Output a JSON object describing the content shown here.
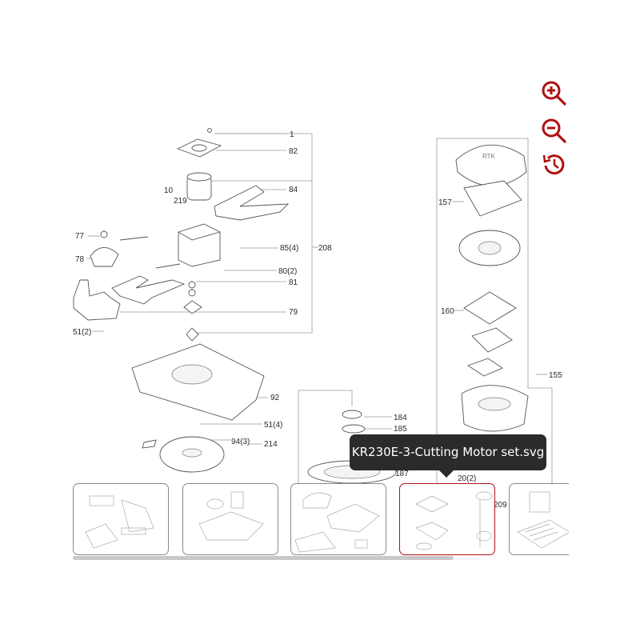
{
  "viewer": {
    "tooltip": "KR230E-3-Cutting Motor set.svg",
    "controls": [
      {
        "name": "zoom-in",
        "icon": "zoom-in-icon"
      },
      {
        "name": "zoom-out",
        "icon": "zoom-out-icon"
      },
      {
        "name": "reset",
        "icon": "history-icon"
      }
    ],
    "accent_color": "#b01010",
    "selected_thumbnail": 3
  },
  "diagram": {
    "logo_text": "RTK",
    "callouts": [
      "1",
      "82",
      "84",
      "10",
      "219",
      "77",
      "78",
      "85(4)",
      "208",
      "80(2)",
      "81",
      "79",
      "51(2)",
      "92",
      "51(4)",
      "94(3)",
      "214",
      "157",
      "160",
      "155",
      "184",
      "185",
      "187",
      "20(2)",
      "209"
    ]
  },
  "thumbnails": [
    {
      "title": "thumbnail-1"
    },
    {
      "title": "thumbnail-2"
    },
    {
      "title": "thumbnail-3"
    },
    {
      "title": "KR230E-3-Cutting Motor set.svg"
    },
    {
      "title": "thumbnail-5"
    }
  ]
}
